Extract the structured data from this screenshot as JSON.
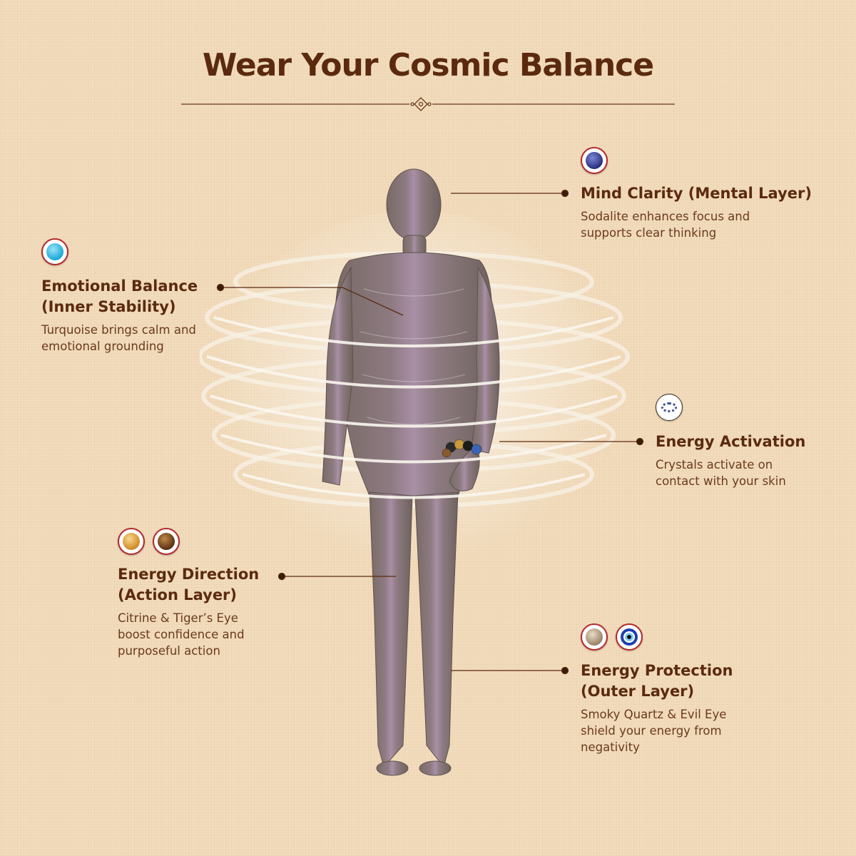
{
  "title": "Wear Your Cosmic Balance",
  "colors": {
    "accent": "#5b2a0e",
    "background": "#f2dcbc",
    "stone_border": "#b4282c"
  },
  "callouts": {
    "mind": {
      "heading": "Mind Clarity (Mental Layer)",
      "line1": "Sodalite enhances focus and",
      "line2": "supports clear thinking",
      "stones": [
        "sodalite-icon"
      ]
    },
    "emotional": {
      "heading1": "Emotional Balance",
      "heading2": "(Inner Stability)",
      "line1": "Turquoise brings calm and",
      "line2": "emotional grounding",
      "stones": [
        "turquoise-icon"
      ]
    },
    "activation": {
      "heading": "Energy Activation",
      "line1": "Crystals activate on",
      "line2": "contact with your skin",
      "stones": [
        "bracelet-icon"
      ]
    },
    "direction": {
      "heading1": "Energy Direction",
      "heading2": "(Action Layer)",
      "line1": "Citrine & Tiger’s Eye",
      "line2": "boost confidence and",
      "line3": "purposeful action",
      "stones": [
        "citrine-icon",
        "tigers-eye-icon"
      ]
    },
    "protection": {
      "heading1": "Energy Protection",
      "heading2": "(Outer Layer)",
      "line1": "Smoky Quartz & Evil Eye",
      "line2": "shield your energy from",
      "line3": "negativity",
      "stones": [
        "smoky-quartz-icon",
        "evil-eye-icon"
      ]
    }
  }
}
